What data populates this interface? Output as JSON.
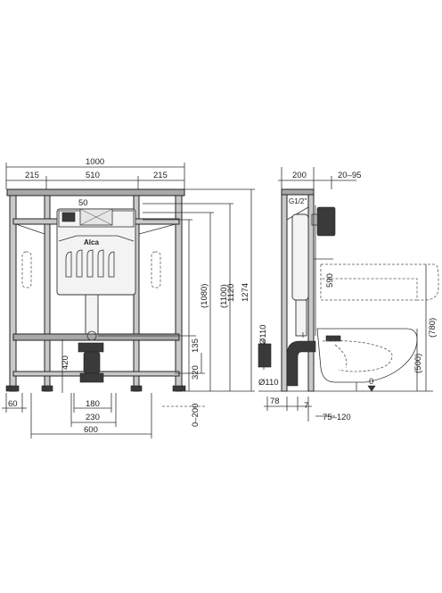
{
  "front_view": {
    "brand": "Alca",
    "dims": {
      "overall_width": "1000",
      "left_margin": "215",
      "center_width": "510",
      "right_margin": "215",
      "plate_width": "50",
      "foot_width": "60",
      "drain_width_180": "180",
      "drain_width_230": "230",
      "foot_span": "600",
      "height_1080": "(1080)",
      "height_1100": "(1100)",
      "height_1120": "1120",
      "height_1274": "1274",
      "height_135": "135",
      "height_420": "420",
      "height_320": "320",
      "adjust_range": "0–200"
    }
  },
  "side_view": {
    "dims": {
      "depth": "200",
      "offset_range": "20–95",
      "thread": "G1/2\"",
      "height_590": "590",
      "height_780": "(780)",
      "height_500": "(500)",
      "pipe_dia_top": "Ø110",
      "pipe_dia_bottom": "Ø110",
      "foot_78": "78",
      "foot_7": "7",
      "range_75_120": "75–120",
      "floor_zero": "0"
    }
  }
}
